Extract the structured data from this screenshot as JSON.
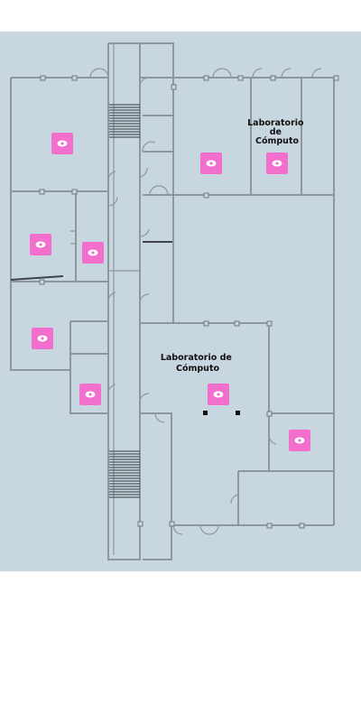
{
  "map": {
    "background_color": "#c8d6df",
    "wall_color": "#8d979d",
    "marker_color": "#f26fcd"
  },
  "room_labels": [
    {
      "key": "lab-computo-top",
      "lines": [
        "Laboratorio",
        "de",
        "Cómputo"
      ]
    },
    {
      "key": "lab-computo-center",
      "lines": [
        "Laboratorio de",
        "Cómputo"
      ]
    }
  ],
  "markers": [
    {
      "room": "top-left-room",
      "icon": "eye-icon"
    },
    {
      "room": "upper-middle-room",
      "icon": "eye-icon"
    },
    {
      "room": "lab-computo-top",
      "icon": "eye-icon"
    },
    {
      "room": "left-middle-room",
      "icon": "eye-icon"
    },
    {
      "room": "small-center-room",
      "icon": "eye-icon"
    },
    {
      "room": "left-lower-room",
      "icon": "eye-icon"
    },
    {
      "room": "small-lower-room",
      "icon": "eye-icon"
    },
    {
      "room": "lab-computo-center",
      "icon": "eye-icon"
    },
    {
      "room": "right-lower-room",
      "icon": "eye-icon"
    }
  ]
}
